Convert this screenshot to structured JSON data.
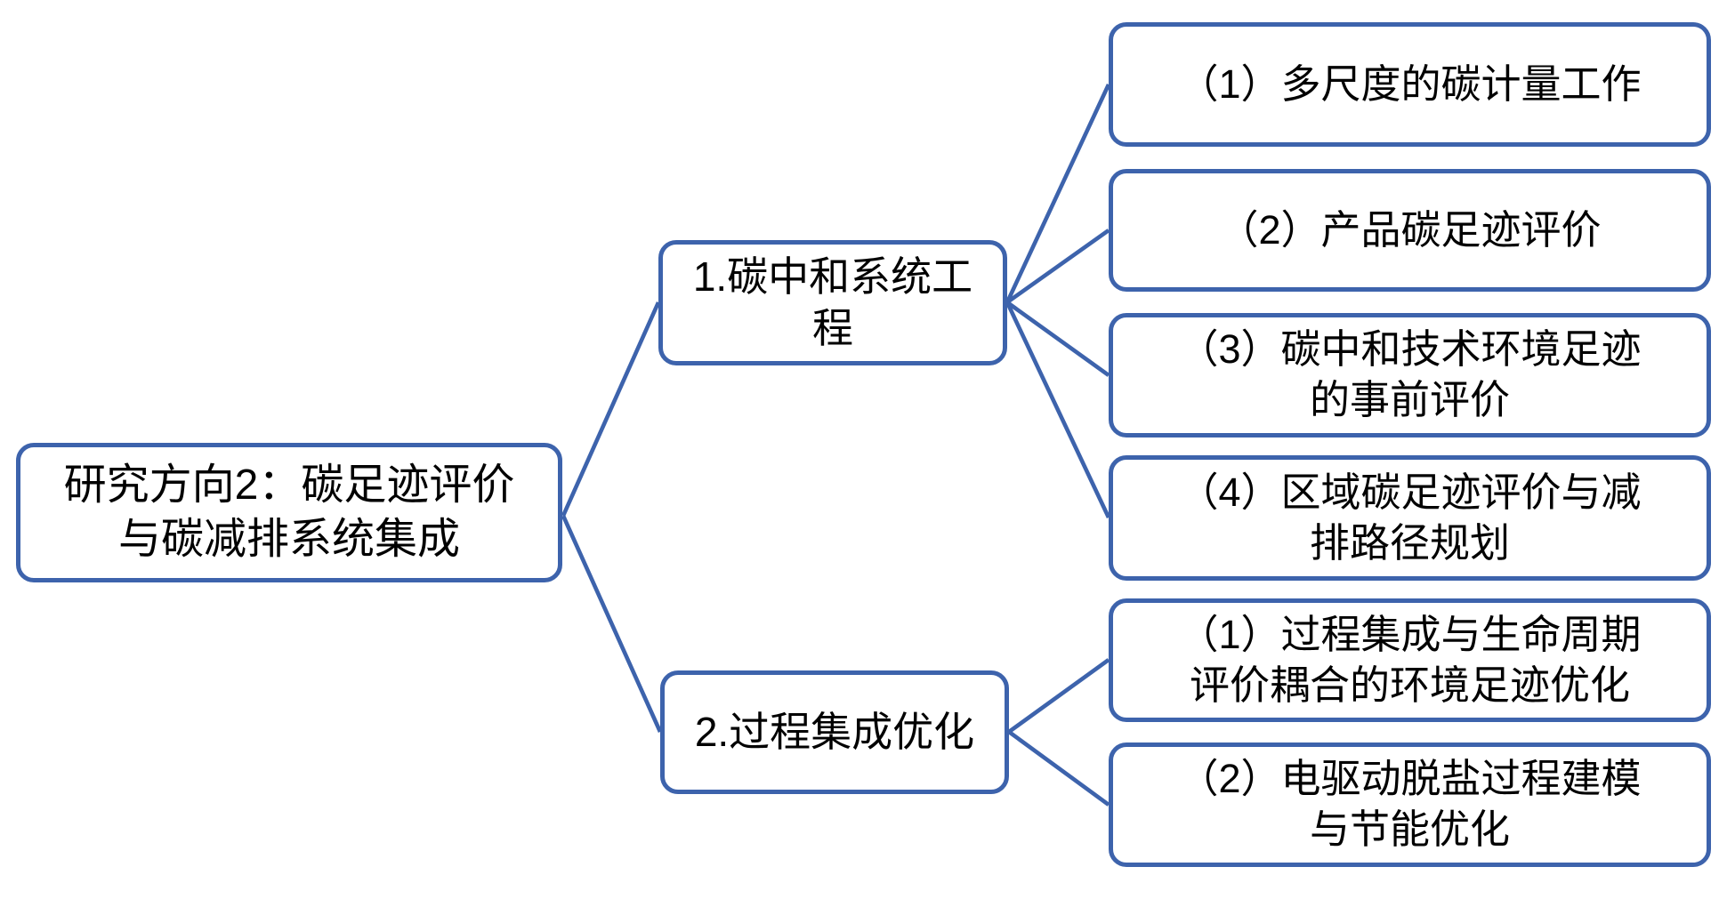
{
  "diagram": {
    "colors": {
      "node_border": "#3d63ac",
      "connector": "#3d63ac",
      "text": "#000000",
      "background": "#ffffff"
    },
    "root": {
      "lines": [
        "研究方向2：碳足迹评价",
        "与碳减排系统集成"
      ]
    },
    "branches": [
      {
        "node": {
          "lines": [
            "1.碳中和系统工",
            "程"
          ]
        },
        "children": [
          {
            "lines": [
              "（1）多尺度的碳计量工作"
            ]
          },
          {
            "lines": [
              "（2）产品碳足迹评价"
            ]
          },
          {
            "lines": [
              "（3）碳中和技术环境足迹",
              "的事前评价"
            ]
          },
          {
            "lines": [
              "（4）区域碳足迹评价与减",
              "排路径规划"
            ]
          }
        ]
      },
      {
        "node": {
          "lines": [
            "2.过程集成优化"
          ]
        },
        "children": [
          {
            "lines": [
              "（1）过程集成与生命周期",
              "评价耦合的环境足迹优化"
            ]
          },
          {
            "lines": [
              "（2）电驱动脱盐过程建模",
              "与节能优化"
            ]
          }
        ]
      }
    ]
  }
}
